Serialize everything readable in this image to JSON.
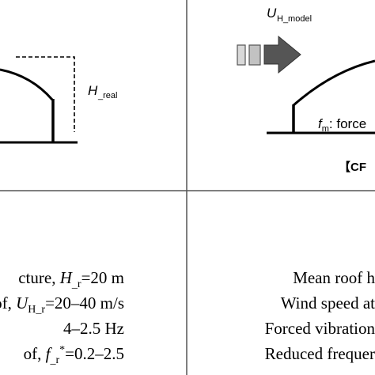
{
  "left_panel": {
    "height_label": "H",
    "height_label_sub": "_real"
  },
  "right_panel": {
    "wind_label": "U",
    "wind_label_sub": "H_model",
    "force_label_symbol": "f",
    "force_label_sub": "m",
    "force_label_text": ": force",
    "method_tag": "【CF"
  },
  "left_params": [
    {
      "pre": "cture, ",
      "sym": "H",
      "sub": "_r",
      "sup": "",
      "post": "=20 m"
    },
    {
      "pre": "of, ",
      "sym": "U",
      "sub": "H_r",
      "sup": "",
      "post": "=20–40 m/s"
    },
    {
      "pre": "4–2.5 Hz",
      "sym": "",
      "sub": "",
      "sup": "",
      "post": ""
    },
    {
      "pre": "of, ",
      "sym": "f",
      "sub": "_r",
      "sup": "*",
      "post": "=0.2–2.5"
    }
  ],
  "right_params": [
    "Mean roof h",
    "Wind speed at",
    "Forced vibration",
    "Reduced frequer"
  ]
}
